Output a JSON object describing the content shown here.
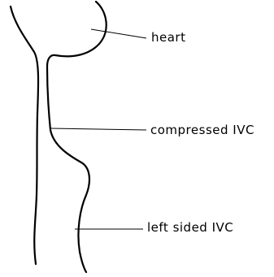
{
  "diagram": {
    "labels": {
      "heart": "heart",
      "compressed_ivc": "compressed IVC",
      "left_sided_ivc": "left sided IVC"
    },
    "colors": {
      "stroke": "#000000",
      "background": "#ffffff"
    }
  }
}
